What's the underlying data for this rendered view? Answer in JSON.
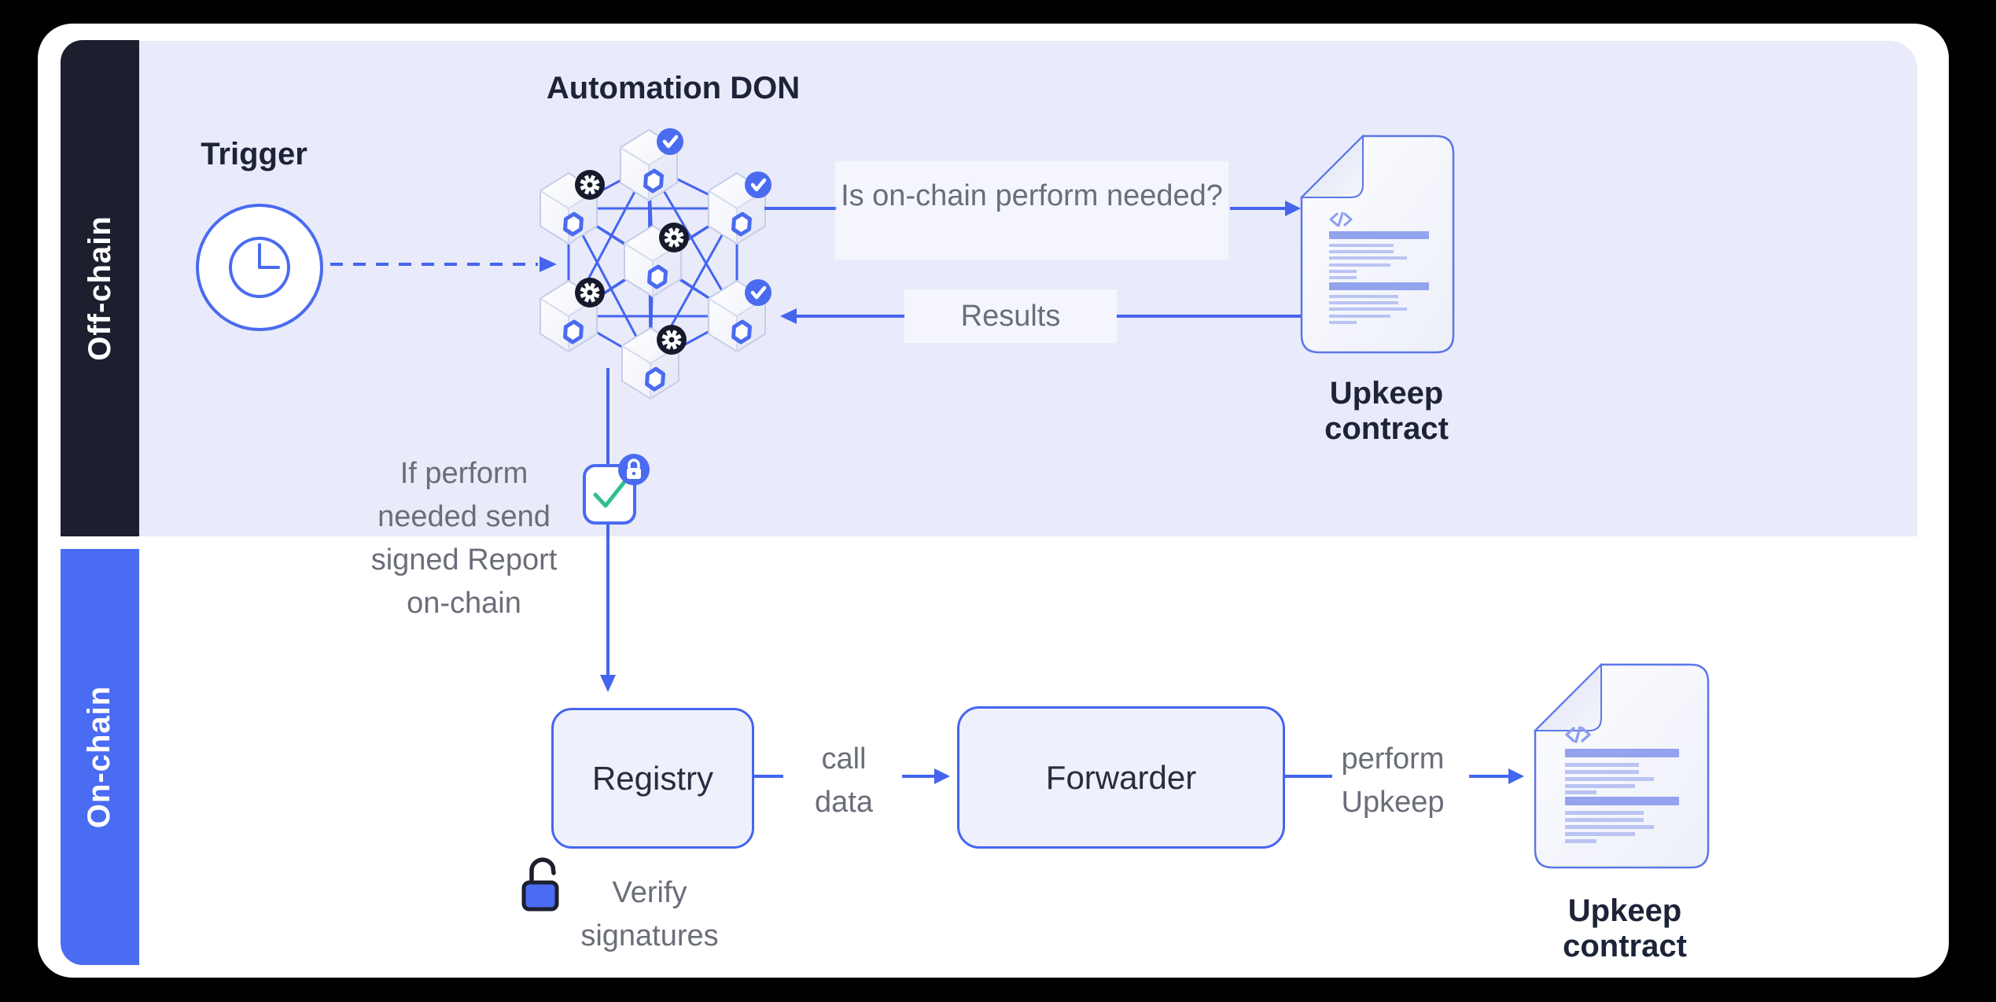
{
  "sections": {
    "off_chain_label": "Off-chain",
    "on_chain_label": "On-chain"
  },
  "off_chain": {
    "trigger_label": "Trigger",
    "don_title": "Automation DON",
    "question_label": "Is on-chain perform needed?",
    "results_label": "Results",
    "upkeep_contract_label": "Upkeep contract",
    "report_note": "If perform needed send signed Report on-chain"
  },
  "on_chain": {
    "registry_label": "Registry",
    "call_data_label": "call data",
    "forwarder_label": "Forwarder",
    "perform_upkeep_label": "perform Upkeep",
    "upkeep_contract_label": "Upkeep contract",
    "verify_signatures_label": "Verify signatures"
  },
  "don_nodes": [
    {
      "badge": "check"
    },
    {
      "badge": "gear"
    },
    {
      "badge": "check"
    },
    {
      "badge": "gear"
    },
    {
      "badge": "gear"
    },
    {
      "badge": "check"
    },
    {
      "badge": "gear"
    }
  ],
  "colors": {
    "accent_blue": "#4a6bf0",
    "bar_dark": "#1c1f2e",
    "bar_blue": "#4a6cf2",
    "panel_lavender": "#e9ebfa",
    "gray_text": "#6a6e79",
    "dark_text": "#1d2338",
    "green_check": "#2fbf8f",
    "doc_bar": "#93a3ee",
    "doc_line": "#b9c4f2"
  }
}
